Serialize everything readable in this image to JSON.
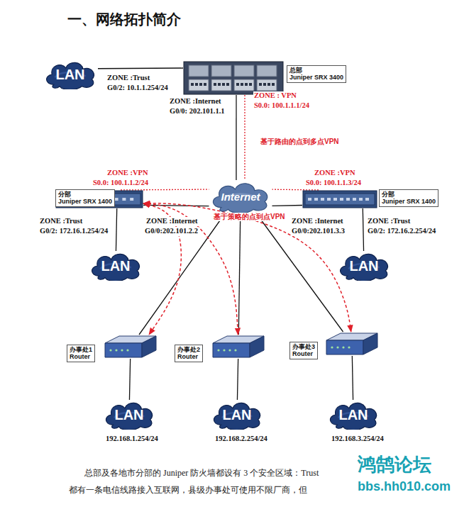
{
  "diagram": {
    "title": "一、网络拓扑简介",
    "nodes": [
      {
        "text": [
          "LAN"
        ]
      },
      {
        "text": [
          "总部",
          "Juniper SRX 3400"
        ]
      },
      {
        "text": [
          "Internet"
        ]
      },
      {
        "text": [
          "分部",
          "Juniper SRX 1400"
        ]
      },
      {
        "text": [
          "分部",
          "Juniper SRX 1400"
        ]
      },
      {
        "text": [
          "LAN"
        ]
      },
      {
        "text": [
          "LAN"
        ]
      },
      {
        "text": [
          "办事处1",
          "Router"
        ]
      },
      {
        "text": [
          "办事处2",
          "Router"
        ]
      },
      {
        "text": [
          "办事处3",
          "Router"
        ]
      },
      {
        "text": [
          "LAN"
        ]
      },
      {
        "text": [
          "LAN"
        ]
      },
      {
        "text": [
          "LAN"
        ]
      }
    ],
    "edges": [
      {
        "from": 0,
        "to": 1,
        "arrow": "none"
      },
      {
        "from": 1,
        "to": 2,
        "arrow": "none"
      },
      {
        "from": 1,
        "to": 2,
        "arrow": "none",
        "label": "基于路由的点到多点VPN"
      },
      {
        "from": 3,
        "to": 2,
        "arrow": "none"
      },
      {
        "from": 4,
        "to": 2,
        "arrow": "none"
      },
      {
        "from": 2,
        "to": 3,
        "arrow": "none"
      },
      {
        "from": 2,
        "to": 4,
        "arrow": "none"
      },
      {
        "from": 3,
        "to": 5,
        "arrow": "none"
      },
      {
        "from": 4,
        "to": 6,
        "arrow": "none"
      },
      {
        "from": 2,
        "to": 7,
        "arrow": "none"
      },
      {
        "from": 2,
        "to": 8,
        "arrow": "none"
      },
      {
        "from": 2,
        "to": 9,
        "arrow": "none"
      },
      {
        "from": 7,
        "to": 10,
        "arrow": "none"
      },
      {
        "from": 8,
        "to": 11,
        "arrow": "none"
      },
      {
        "from": 9,
        "to": 12,
        "arrow": "none"
      },
      {
        "from": 3,
        "to": 7,
        "arrow": "both"
      },
      {
        "from": 3,
        "to": 8,
        "arrow": "both",
        "label": "基于策略的点到点VPN"
      },
      {
        "from": 3,
        "to": 9,
        "arrow": "both"
      }
    ],
    "labels": [
      "ZONE :Trust",
      "G0/2: 10.1.1.254/24",
      "ZONE :Internet",
      "G0/0: 202.101.1.1",
      "ZONE : VPN",
      "S0.0: 100.1.1.1/24",
      "ZONE :VPN",
      "S0.0: 100.1.1.2/24",
      "ZONE :VPN",
      "S0.0: 100.1.1.3/24",
      "ZONE :Trust",
      "G0/2: 172.16.1.254/24",
      "ZONE :Internet",
      "G0/0:202.101.2.2",
      "ZONE :Internet",
      "G0/0:202.101.3.3",
      "ZONE :Trust",
      "G0/2: 172.16.2.254/24",
      "192.168.1.254/24",
      "192.168.2.254/24",
      "192.168.3.254/24",
      "总部及各地市分部的 Juniper 防火墙都设有 3 个安全区域：Trust",
      "都有一条电信线路接入互联网，县级办事处可使用不限厂商，但",
      "鸿鹄论坛",
      "bbs.hh010.com"
    ]
  }
}
